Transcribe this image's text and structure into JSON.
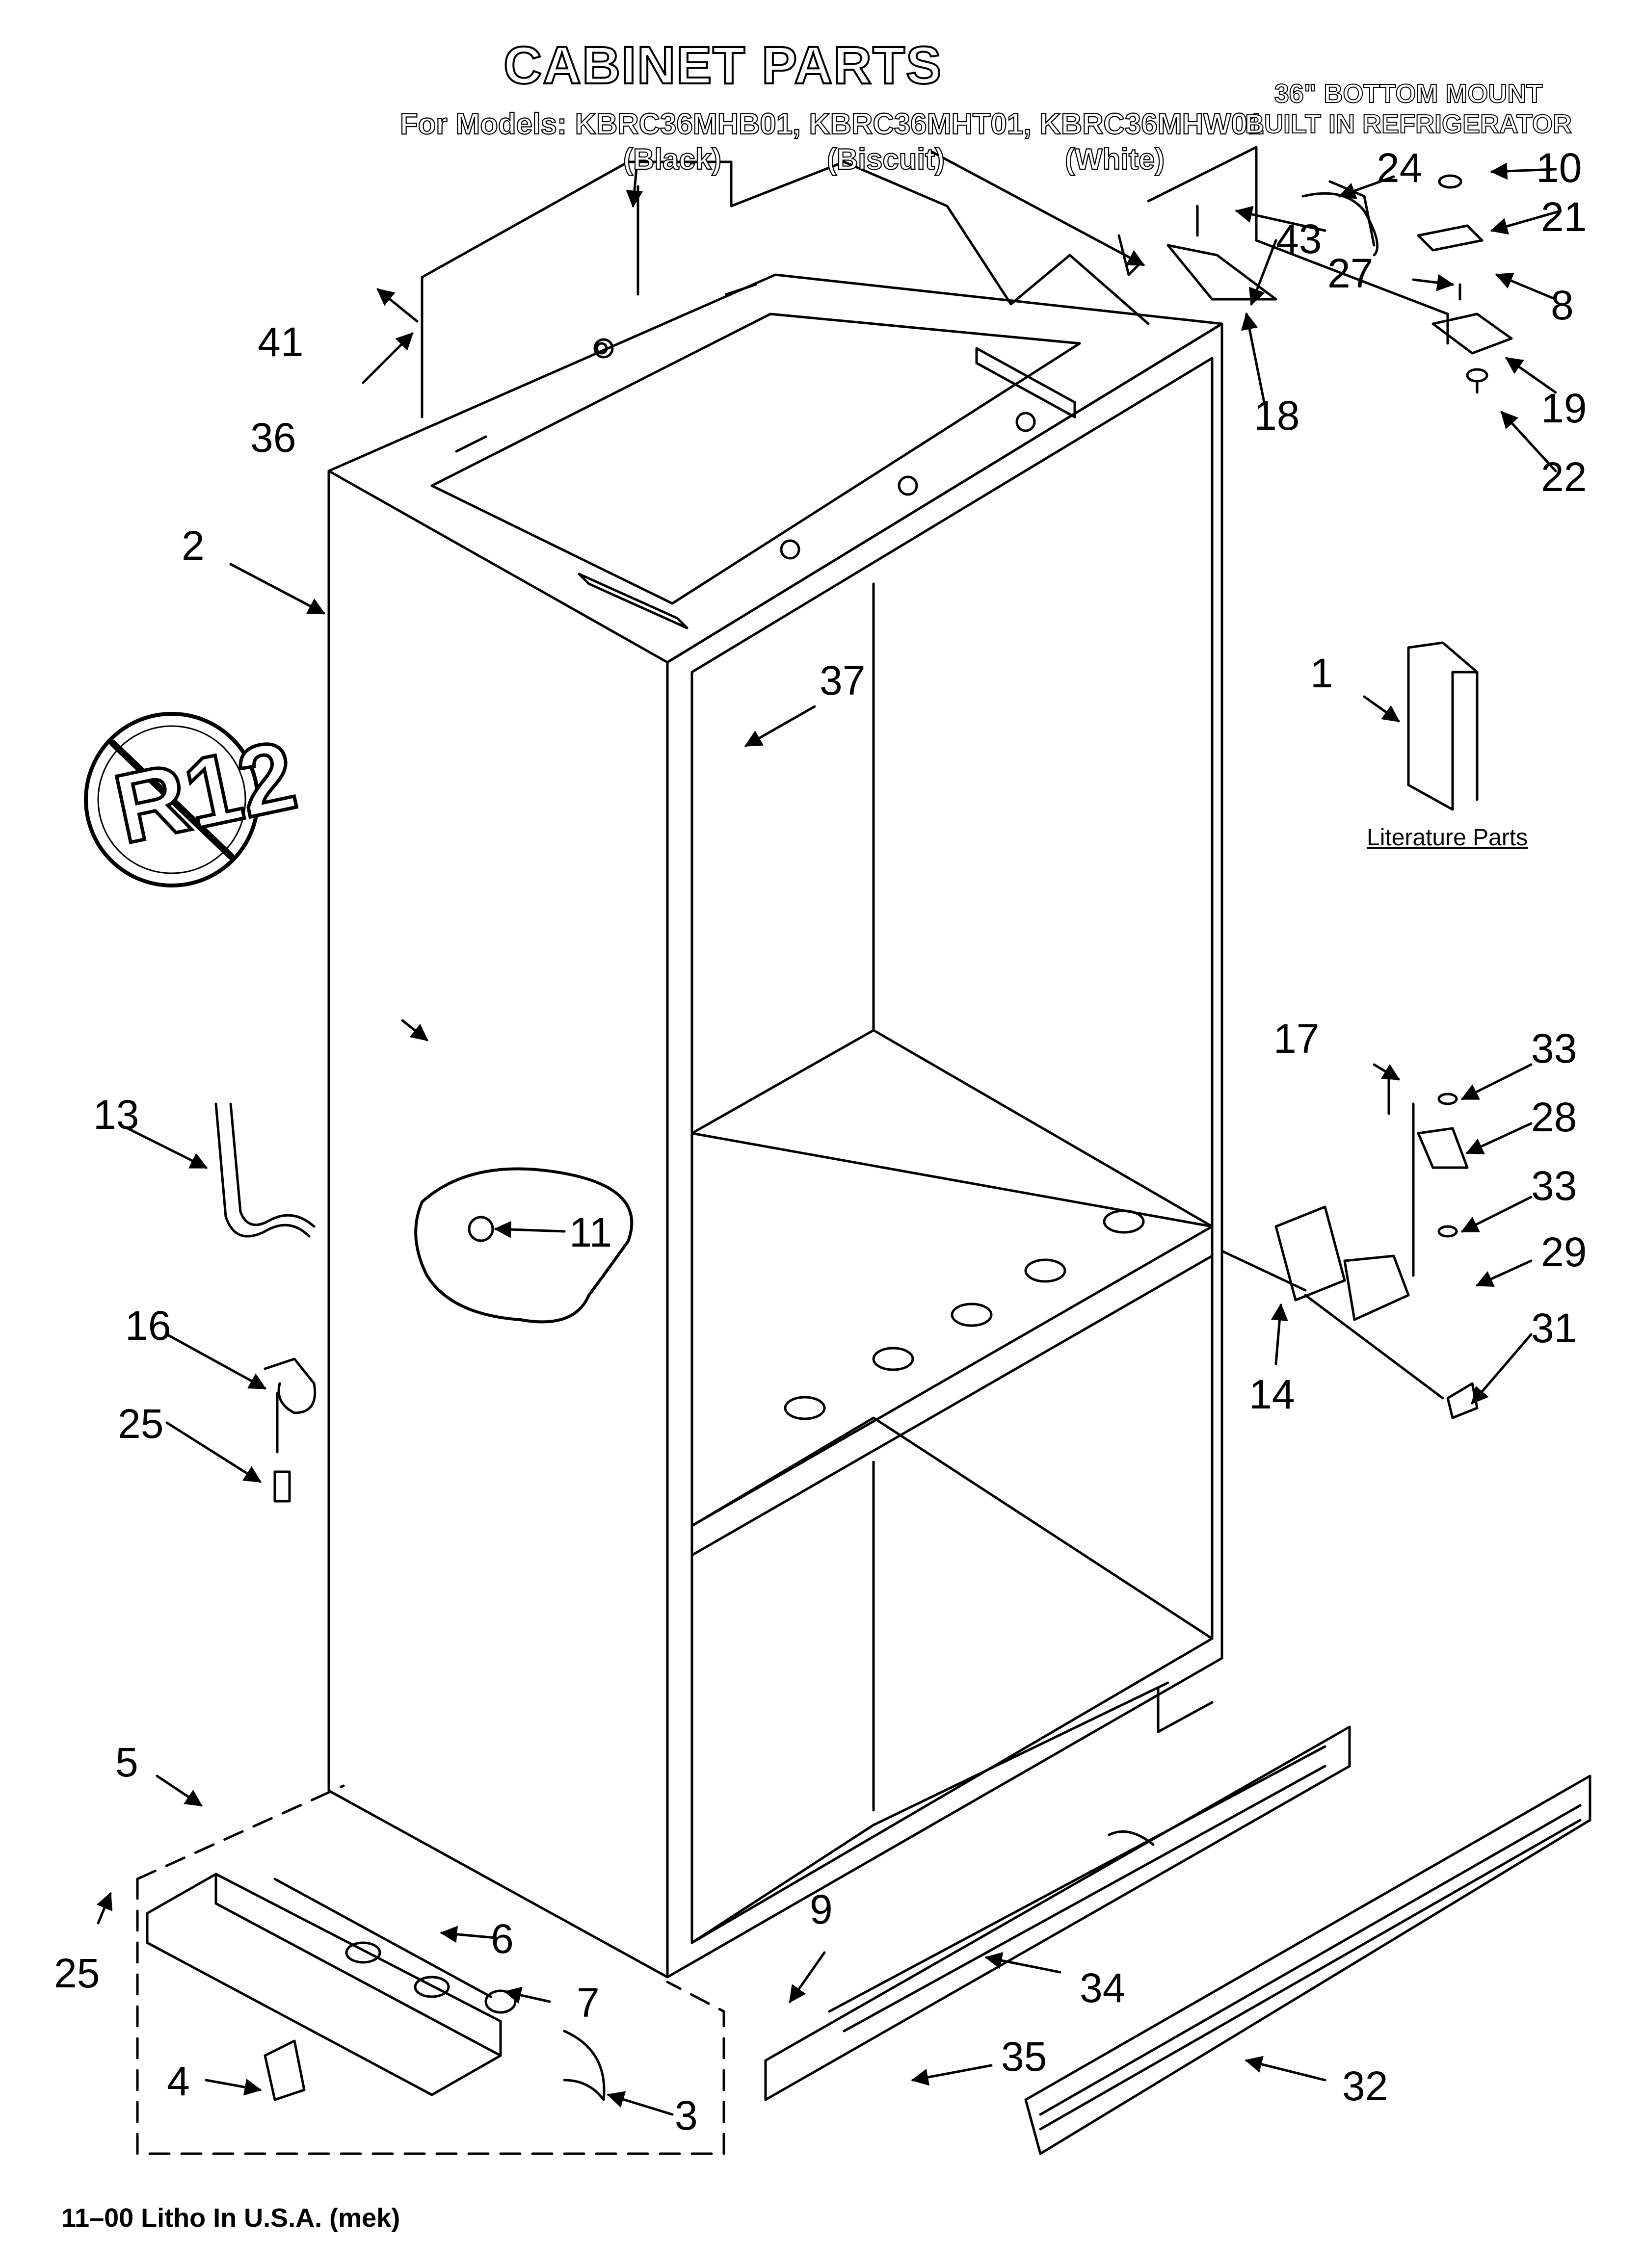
{
  "header": {
    "title": "CABINET PARTS",
    "models_line": "For Models: KBRC36MHB01, KBRC36MHT01, KBRC36MHW01",
    "variants": [
      "(Black)",
      "(Biscuit)",
      "(White)"
    ],
    "product_line1": "36\" BOTTOM MOUNT",
    "product_line2": "BUILT IN REFRIGERATOR"
  },
  "literature": {
    "label": "Literature Parts"
  },
  "badge": {
    "text": "R12",
    "icon": "no-r12-prohibited-icon"
  },
  "callouts": {
    "c1": "1",
    "c2": "2",
    "c3": "3",
    "c4": "4",
    "c5": "5",
    "c6": "6",
    "c7": "7",
    "c8": "8",
    "c9": "9",
    "c10": "10",
    "c11": "11",
    "c13": "13",
    "c14": "14",
    "c16": "16",
    "c17": "17",
    "c18": "18",
    "c19": "19",
    "c21": "21",
    "c22": "22",
    "c24": "24",
    "c25a": "25",
    "c25b": "25",
    "c27": "27",
    "c28": "28",
    "c29": "29",
    "c31": "31",
    "c32": "32",
    "c33a": "33",
    "c33b": "33",
    "c34": "34",
    "c35": "35",
    "c36": "36",
    "c37": "37",
    "c41": "41",
    "c43": "43"
  },
  "footer": {
    "text": "11–00 Litho In U.S.A. (mek)"
  }
}
